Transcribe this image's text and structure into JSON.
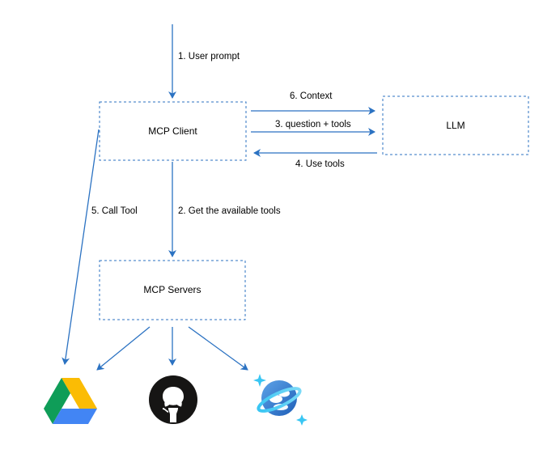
{
  "nodes": {
    "mcp_client": "MCP Client",
    "llm": "LLM",
    "mcp_servers": "MCP Servers"
  },
  "edges": {
    "user_prompt": "1. User prompt",
    "get_tools": "2. Get the available tools",
    "question_tools": "3. question + tools",
    "use_tools": "4. Use tools",
    "call_tool": "5. Call Tool",
    "context": "6. Context"
  },
  "icons": [
    "google-drive-icon",
    "github-icon",
    "cosmos-db-icon"
  ],
  "colors": {
    "line": "#2b72c2",
    "box_border": "#2b72c2"
  }
}
